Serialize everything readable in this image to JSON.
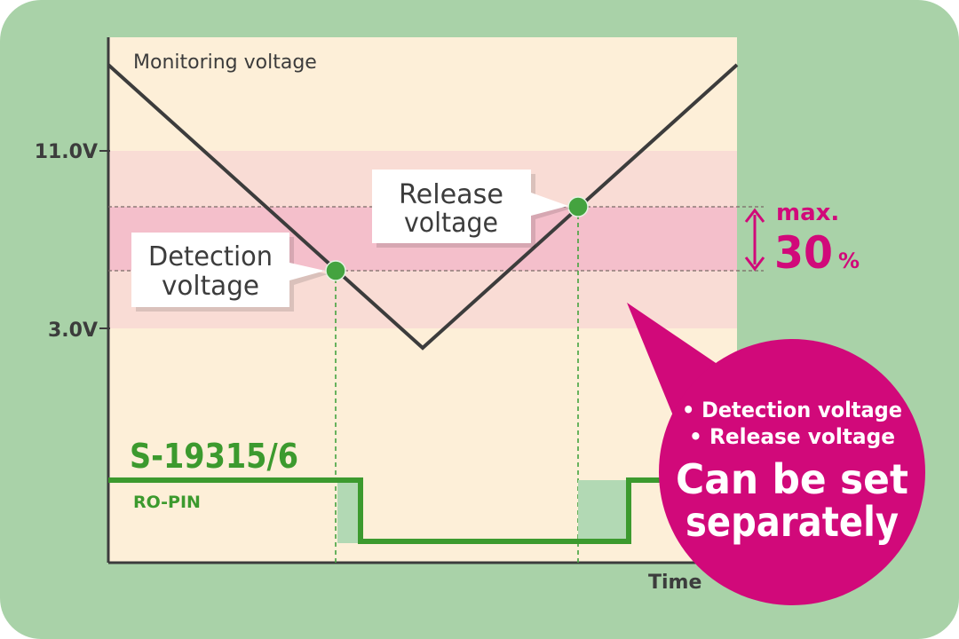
{
  "colors": {
    "frame_bg": "#a9d2a8",
    "plot_bg": "#fdefd8",
    "outer_band": "#f9dcd5",
    "inner_band": "#f4bfcb",
    "monitor_line": "#3c3c3c",
    "marker": "#44a33f",
    "ro_line": "#3c9a2e",
    "delay_fill": "#b2d9b4",
    "accent": "#d1097a",
    "callout_bg": "#ffffff"
  },
  "diagram": {
    "title": "Monitoring voltage",
    "x_axis_label": "Time",
    "y_labels": {
      "upper": "11.0V",
      "lower": "3.0V"
    },
    "detection_label": [
      "Detection",
      "voltage"
    ],
    "release_label": [
      "Release",
      "voltage"
    ],
    "hysteresis": {
      "prefix": "max.",
      "value": "30",
      "unit": "%"
    },
    "device": {
      "name": "S-19315/6",
      "pin": "RO-PIN"
    },
    "bubble": {
      "bullets": [
        "• Detection voltage",
        "• Release voltage"
      ],
      "headline": [
        "Can be set",
        "separately"
      ]
    }
  }
}
